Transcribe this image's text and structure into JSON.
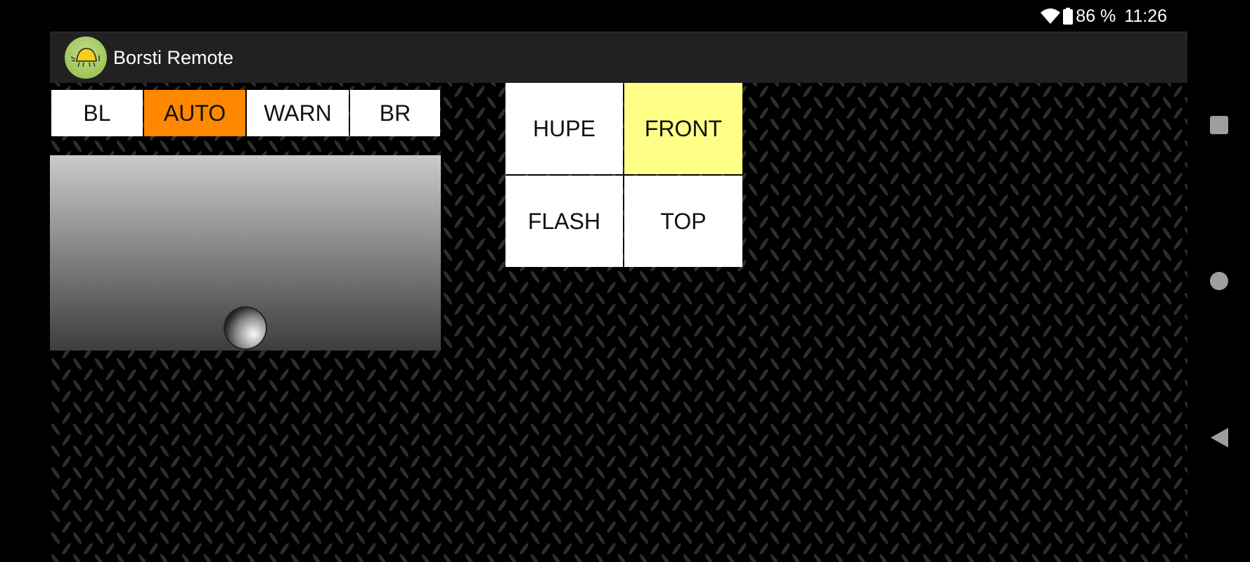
{
  "status_bar": {
    "battery": "86 %",
    "time": "11:26",
    "icons": [
      "wifi-icon",
      "battery-icon"
    ]
  },
  "app": {
    "title": "Borsti Remote",
    "icon": "borsti-logo"
  },
  "modes": [
    {
      "label": "BL",
      "active": false
    },
    {
      "label": "AUTO",
      "active": true
    },
    {
      "label": "WARN",
      "active": false
    },
    {
      "label": "BR",
      "active": false
    }
  ],
  "controls": [
    {
      "label": "HUPE",
      "active": false
    },
    {
      "label": "FRONT",
      "active": true
    },
    {
      "label": "FLASH",
      "active": false
    },
    {
      "label": "TOP",
      "active": false
    }
  ],
  "colors": {
    "active_mode": "#ff8800",
    "active_control": "#ffff88",
    "titlebar": "#212121"
  },
  "nav_bar": [
    "recents-icon",
    "home-icon",
    "back-icon"
  ]
}
